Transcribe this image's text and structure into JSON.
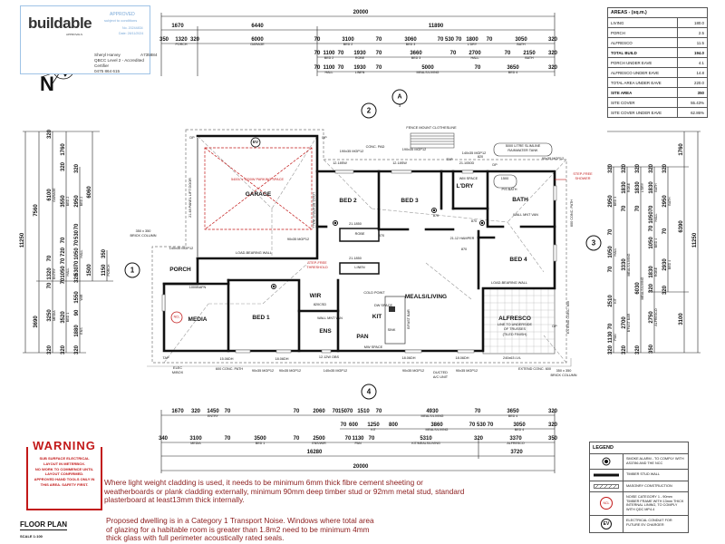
{
  "stamp": {
    "logo": "buildable",
    "logo_sub": "APPROVALS",
    "approved": "APPROVED",
    "subject": "subject to conditions",
    "number": "No. 20244834",
    "date": "Date: 28/11/2024",
    "certifier": "Sheryl Harvey",
    "licence": "A735884",
    "qbcc": "QBCC Level 2 - Accredited Certifier",
    "phone": "0475 864 615",
    "north": "N"
  },
  "areas": {
    "title": "AREAS - (sq.m.)",
    "rows": [
      {
        "k": "LIVING",
        "v": "180.0"
      },
      {
        "k": "PORCH",
        "v": "2.5"
      },
      {
        "k": "ALFRESCO",
        "v": "11.5"
      },
      {
        "k": "TOTAL BUILD",
        "v": "194.0"
      },
      {
        "k": "PORCH UNDER EAVE",
        "v": "4.1"
      },
      {
        "k": "ALFRESCO UNDER EAVE",
        "v": "14.8"
      },
      {
        "k": "TOTAL AREA UNDER EAVE",
        "v": "220.0"
      },
      {
        "k": "SITE AREA",
        "v": "350"
      },
      {
        "k": "SITE COVER",
        "v": "55.43%"
      },
      {
        "k": "SITE COVER UNDER EAVE",
        "v": "62.86%"
      }
    ]
  },
  "markers": {
    "m1": "1",
    "m2": "2",
    "m3": "3",
    "m4": "4",
    "a": "A",
    "a_sub": "3"
  },
  "rooms": [
    "GARAGE",
    "BED 2",
    "BED 3",
    "L'DRY",
    "BATH",
    "BED 4",
    "PORCH",
    "MEDIA",
    "BED 1",
    "WIR",
    "ENS",
    "MEALS/LIVING",
    "KIT",
    "PAN",
    "ALFRESCO"
  ],
  "notes": [
    "5400L x 3200W PARKING SPACE",
    "21.48 PANEL LIFT DOOR",
    "LOAD-BEARING WALL",
    "LOAD-BEARING WALL",
    "LOAD-BEARING WALL",
    "FENCE MOUNT CLOTHESLINE",
    "CONC. PAD",
    "5000 LITRE SLIMLINE",
    "RAINWATER TANK",
    "STEP-FREE",
    "SHOWER",
    "STEP-FREE",
    "THRESHOLD",
    "190x35 MGP12",
    "140x35 MGP12",
    "90x35 MGP12",
    "90x35 MGP12",
    "140x35 MGP12",
    "90x35 MGP12",
    "90x35 MGP12",
    "140x35 MGP12",
    "90x35 MGP12",
    "90x35 MGP12",
    "12.18SW",
    "12.18SW",
    "21.1050D",
    "21.1850",
    "21.1850",
    "ROBE",
    "LINEN",
    "21.12 HAMPER",
    "15.06DH",
    "18.06DH",
    "12.12W OBS",
    "18.06DH",
    "18.06DH",
    "240x63 LVL",
    "EXTEND CONC. 600",
    "350 x 350",
    "BRICK COLUMN",
    "350 x 350",
    "BRICK COLUMN",
    "ELEC",
    "M/BOX",
    "600 CONC. PATH",
    "DUCTED",
    "A/C UNIT",
    "1000BAFN",
    "820CSD",
    "WALL MNT VAN",
    "WM SPACE",
    "P/S BATH",
    "WALL MNT VAN",
    "COLD POINT",
    "DW SPACE",
    "SINK",
    "MW SPACE",
    "B'FAST BAR",
    "LINE TO UNDERSIDE",
    "OF TRUSSES",
    "(TILED FINISH)",
    "600 CONC. PATH",
    "EXTEND CONC. 600",
    "TAP",
    "TAP",
    "DP",
    "DP",
    "DP",
    "DP",
    "EV",
    "NCL",
    "870",
    "870",
    "870",
    "870",
    "1500",
    "820",
    "190x35 MGP12"
  ],
  "dims": {
    "top": [
      {
        "v": "20000"
      },
      {
        "v": "1670"
      },
      {
        "v": "6440"
      },
      {
        "v": "11890"
      },
      {
        "v": "350"
      },
      {
        "v": "1320",
        "l": "PORCH"
      },
      {
        "v": "320"
      },
      {
        "v": "6000",
        "l": "GARAGE"
      },
      {
        "v": "70"
      },
      {
        "v": "3100",
        "l": "BED 2"
      },
      {
        "v": "70"
      },
      {
        "v": "3060",
        "l": "BED 3"
      },
      {
        "v": "70"
      },
      {
        "v": "530"
      },
      {
        "v": "70"
      },
      {
        "v": "1800",
        "l": "L'DRY"
      },
      {
        "v": "70"
      },
      {
        "v": "3050",
        "l": "BATH"
      },
      {
        "v": "320"
      },
      {
        "v": "70"
      },
      {
        "v": "1100",
        "l": "BED 2"
      },
      {
        "v": "70"
      },
      {
        "v": "1930",
        "l": "ROBE"
      },
      {
        "v": "70"
      },
      {
        "v": "3660",
        "l": "BED 3"
      },
      {
        "v": "70"
      },
      {
        "v": "2700",
        "l": "HALL"
      },
      {
        "v": "70"
      },
      {
        "v": "2150",
        "l": "BATH"
      },
      {
        "v": "320"
      },
      {
        "v": "70"
      },
      {
        "v": "1100",
        "l": "HALL"
      },
      {
        "v": "70"
      },
      {
        "v": "1930",
        "l": "LINEN"
      },
      {
        "v": "70"
      },
      {
        "v": "5000",
        "l": "MEALS/LIVING"
      },
      {
        "v": "70"
      },
      {
        "v": "3650",
        "l": "BED 4"
      },
      {
        "v": "320"
      }
    ],
    "bottom": [
      {
        "v": "1670"
      },
      {
        "v": "320"
      },
      {
        "v": "1450",
        "l": "ENTRY"
      },
      {
        "v": "70"
      },
      {
        "v": "70"
      },
      {
        "v": "2060"
      },
      {
        "v": "70"
      },
      {
        "v": "150"
      },
      {
        "v": "70"
      },
      {
        "v": "1510"
      },
      {
        "v": "70"
      },
      {
        "v": "4930",
        "l": "MEALS/LIVING"
      },
      {
        "v": "70"
      },
      {
        "v": "3650",
        "l": "BED 4"
      },
      {
        "v": "320"
      },
      {
        "v": "70"
      },
      {
        "v": "600"
      },
      {
        "v": "1250",
        "l": "KIT"
      },
      {
        "v": "800"
      },
      {
        "v": "3860",
        "l": "MEALS/LIVING"
      },
      {
        "v": "70"
      },
      {
        "v": "530"
      },
      {
        "v": "70"
      },
      {
        "v": "3050",
        "l": "BED 4"
      },
      {
        "v": "320"
      },
      {
        "v": "340"
      },
      {
        "v": "3100",
        "l": "MEDIA"
      },
      {
        "v": "70"
      },
      {
        "v": "3500",
        "l": "BED 1"
      },
      {
        "v": "70"
      },
      {
        "v": "2500",
        "l": "ENS/WIR"
      },
      {
        "v": "70"
      },
      {
        "v": "1130",
        "l": "PAN"
      },
      {
        "v": "70"
      },
      {
        "v": "5310",
        "l": "KIT/MEALS/LIVING"
      },
      {
        "v": "320"
      },
      {
        "v": "3370",
        "l": "ALFRESCO"
      },
      {
        "v": "350"
      },
      {
        "v": "16280"
      },
      {
        "v": "3720"
      },
      {
        "v": "20000"
      }
    ],
    "left": [
      {
        "v": "11250"
      },
      {
        "v": "7560"
      },
      {
        "v": "3690"
      },
      {
        "v": "320"
      },
      {
        "v": "6100",
        "l": "GARAGE"
      },
      {
        "v": "70"
      },
      {
        "v": "1320",
        "l": "ENTRY"
      },
      {
        "v": "70"
      },
      {
        "v": "3250",
        "l": "MEDIA"
      },
      {
        "v": "320"
      },
      {
        "v": "1760"
      },
      {
        "v": "320"
      },
      {
        "v": "3550",
        "l": "BED 2"
      },
      {
        "v": "70"
      },
      {
        "v": "720"
      },
      {
        "v": "70"
      },
      {
        "v": "1050",
        "l": "HALL"
      },
      {
        "v": "70"
      },
      {
        "v": "3520",
        "l": "BED 1"
      },
      {
        "v": "320"
      },
      {
        "v": "320"
      },
      {
        "v": "2950",
        "l": "BED 2"
      },
      {
        "v": "70"
      },
      {
        "v": "530"
      },
      {
        "v": "70"
      },
      {
        "v": "1050",
        "l": "HALL"
      },
      {
        "v": "70"
      },
      {
        "v": "530"
      },
      {
        "v": "320"
      },
      {
        "v": "1550",
        "l": "WIR"
      },
      {
        "v": "90"
      },
      {
        "v": "1880",
        "l": "ENS"
      },
      {
        "v": "320"
      },
      {
        "v": "6060"
      },
      {
        "v": "1500"
      },
      {
        "v": "350"
      },
      {
        "v": "1150",
        "l": "PORCH"
      }
    ],
    "right": [
      {
        "v": "320"
      },
      {
        "v": "2950",
        "l": "BED 3"
      },
      {
        "v": "70"
      },
      {
        "v": "1050",
        "l": "HALL"
      },
      {
        "v": "70"
      },
      {
        "v": "2510",
        "l": "KIT"
      },
      {
        "v": "70"
      },
      {
        "v": "1130",
        "l": "PAN"
      },
      {
        "v": "320"
      },
      {
        "v": "320"
      },
      {
        "v": "1830",
        "l": "ROBE"
      },
      {
        "v": "70"
      },
      {
        "v": "3330",
        "l": "MEALS/LIVING"
      },
      {
        "v": "2700",
        "l": "B'FAST BAR"
      },
      {
        "v": "320"
      },
      {
        "v": "320"
      },
      {
        "v": "1830",
        "l": "L'DRY"
      },
      {
        "v": "70"
      },
      {
        "v": "6030",
        "l": "MEALS/LIVING"
      },
      {
        "v": "320"
      },
      {
        "v": "320"
      },
      {
        "v": "1830",
        "l": "BATH"
      },
      {
        "v": "70"
      },
      {
        "v": "1050",
        "l": "HALL"
      },
      {
        "v": "70"
      },
      {
        "v": "1050",
        "l": "BED 4"
      },
      {
        "v": "1830",
        "l": "ROBE"
      },
      {
        "v": "320"
      },
      {
        "v": "2750",
        "l": "ALFRESCO"
      },
      {
        "v": "350"
      },
      {
        "v": "320"
      },
      {
        "v": "2950",
        "l": "BATH"
      },
      {
        "v": "70"
      },
      {
        "v": "2930",
        "l": "BED 4"
      },
      {
        "v": "320"
      },
      {
        "v": "1760"
      },
      {
        "v": "6390"
      },
      {
        "v": "3100"
      },
      {
        "v": "11250"
      }
    ]
  },
  "legend": {
    "title": "LEGEND",
    "items": [
      {
        "icon": "smoke-alarm-icon",
        "text": "SMOKE ALARM - TO COMPLY WITH AS3786 AND THE NCC"
      },
      {
        "icon": "timber-stud-wall-icon",
        "text": "TIMBER STUD WALL"
      },
      {
        "icon": "masonry-icon",
        "text": "MASONRY CONSTRUCTION"
      },
      {
        "icon": "ncl-icon",
        "symbol": "NCL",
        "text": "NOISE CATEGORY 1 - 90mm TIMBER FRAME WITH 13mm THICK INTERNAL LINING, TO COMPLY WITH QDC MP4.4"
      },
      {
        "icon": "ev-icon",
        "symbol": "EV",
        "text": "ELECTRICAL CONDUIT FOR FUTURE EV CHARGER"
      }
    ]
  },
  "warning": {
    "title": "WARNING",
    "body": [
      "SUB SURFACE ELECTRICAL",
      "LAYOUT IN METERBOX.",
      "NO WORK TO COMMENCE UNTIL",
      "LAYOUT CONFIRMED.",
      "APPROVED HAND TOOLS ONLY IN",
      "THIS AREA. SAFETY FIRST."
    ]
  },
  "notes_text": {
    "cladding": "Where light weight cladding is used, it needs to be minimum 6mm thick fibre cement sheeting or weatherboards or plank cladding externally, minimum 90mm deep timber stud or 92mm metal stud, standard plasterboard at least13mm thick internally.",
    "noise": "Proposed dwelling is in a Category 1 Transport Noise. Windows where total area of glazing for a habitable room is greater than 1.8m2 need to be minimum 4mm thick glass with full perimeter acoustically rated seals."
  },
  "title": {
    "name": "FLOOR PLAN",
    "scale": "SCALE 1:100"
  },
  "colors": {
    "red": "#c21818",
    "stamp_blue": "#79a8d8",
    "note": "#8b1c1c"
  }
}
